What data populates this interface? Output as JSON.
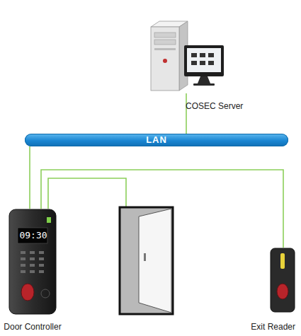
{
  "diagram": {
    "nodes": [
      {
        "text": [
          "COSEC Server"
        ]
      },
      {
        "text": [
          "LAN"
        ]
      },
      {
        "text": [
          "Door Controller"
        ]
      },
      {
        "text": [
          "Exit Reader"
        ]
      }
    ],
    "edges": [
      {
        "from": 0,
        "to": 1,
        "arrow": "none"
      },
      {
        "from": 2,
        "to": 1,
        "arrow": "none"
      },
      {
        "from": 2,
        "to": 3,
        "arrow": "none"
      }
    ],
    "labels": [
      "09:30"
    ]
  }
}
